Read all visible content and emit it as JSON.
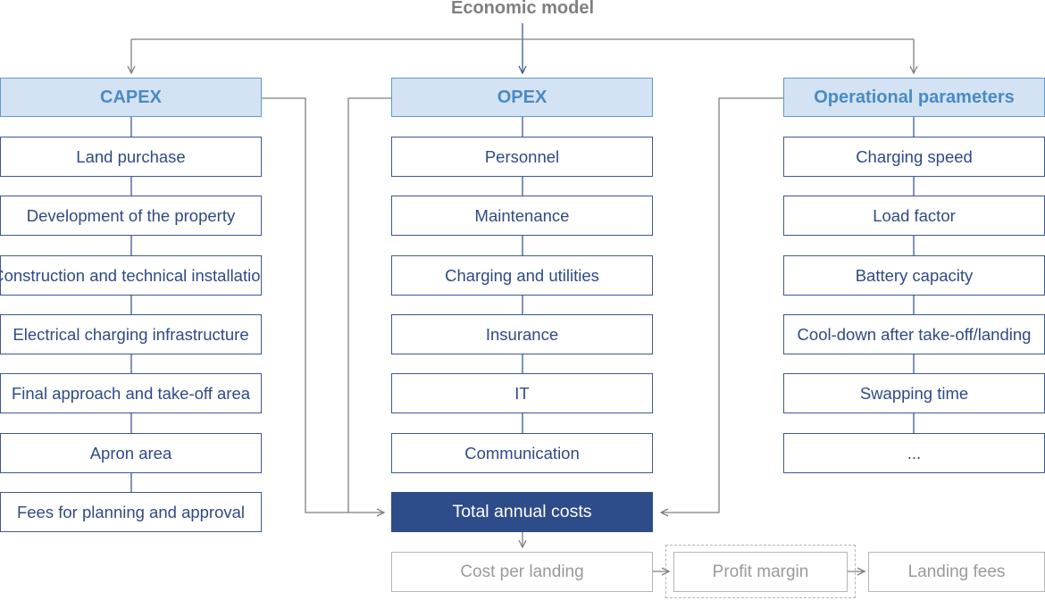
{
  "title": "Economic model",
  "columns": {
    "capex": {
      "header": "CAPEX",
      "items": [
        "Land purchase",
        "Development of the property",
        "Construction and technical installation",
        "Electrical charging infrastructure",
        "Final approach and take-off area",
        "Apron area",
        "Fees for planning and approval"
      ]
    },
    "opex": {
      "header": "OPEX",
      "items": [
        "Personnel",
        "Maintenance",
        "Charging and utilities",
        "Insurance",
        "IT",
        "Communication"
      ]
    },
    "operational": {
      "header": "Operational parameters",
      "items": [
        "Charging speed",
        "Load factor",
        "Battery capacity",
        "Cool-down after take-off/landing",
        "Swapping time",
        "..."
      ]
    }
  },
  "total": "Total annual costs",
  "outputs": {
    "cost_per_landing": "Cost per landing",
    "profit_margin": "Profit margin",
    "landing_fees": "Landing fees"
  },
  "colors": {
    "header_fill": "#d3e3f3",
    "header_border": "#5f99cf",
    "item_border": "#3d5797",
    "total_fill": "#2e4c8a",
    "connector_grey": "#7f7f7f",
    "connector_blue": "#3d5797",
    "muted_border": "#b5b5b5"
  }
}
